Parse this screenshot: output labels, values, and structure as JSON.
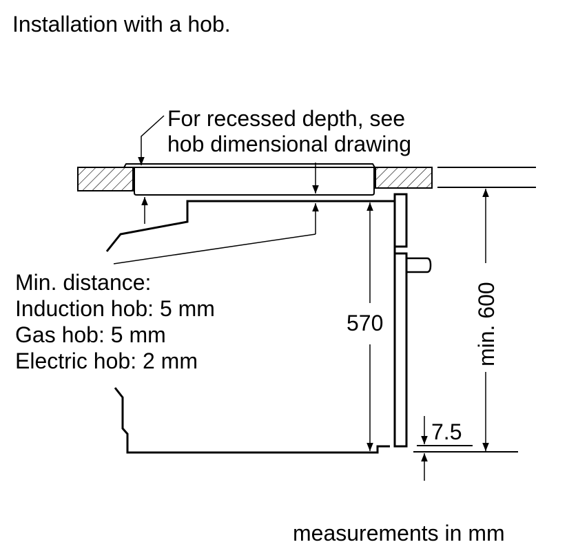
{
  "title": "Installation with a hob.",
  "note_recessed": [
    "For recessed depth, see",
    "hob dimensional drawing"
  ],
  "min_distance": [
    "Min. distance:",
    "Induction hob: 5 mm",
    "Gas hob: 5 mm",
    "Electric hob: 2 mm"
  ],
  "dimensions": {
    "oven_height": "570",
    "niche_height": "min. 600",
    "gap": "7.5"
  },
  "footer": "measurements in mm"
}
